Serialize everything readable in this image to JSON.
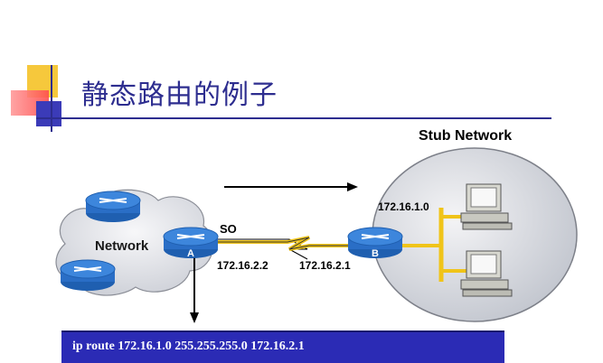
{
  "title": "静态路由的例子",
  "stub_network_label": "Stub Network",
  "network_label": "Network",
  "interface_label": "SO",
  "router_a_label": "A",
  "router_b_label": "B",
  "ip_a": "172.16.2.2",
  "ip_b": "172.16.2.1",
  "stub_ip": "172.16.1.0",
  "command": "ip route 172.16.1.0 255.255.255.0 172.16.2.1",
  "colors": {
    "title": "#2d2d8f",
    "router_blue": "#2a6ec6",
    "serial_link": "#f0c419",
    "command_bar": "#2b2bb5"
  },
  "icons": [
    "router-icon",
    "computer-icon",
    "cloud-icon",
    "arrow-icon"
  ]
}
